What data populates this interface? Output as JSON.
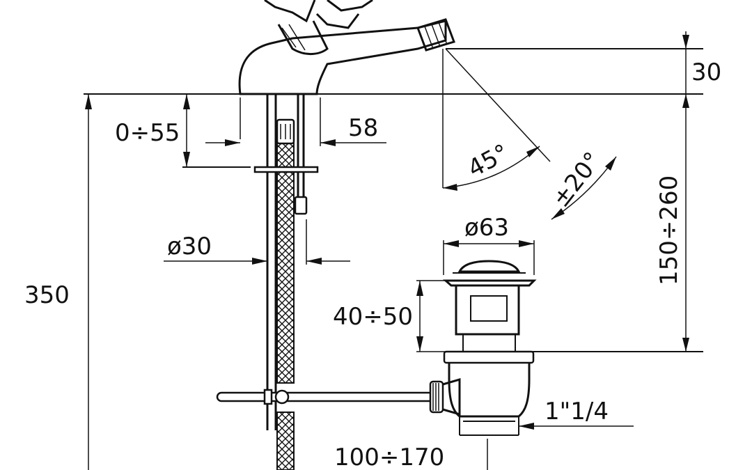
{
  "dimensions": {
    "d30": "30",
    "d0_55": "0÷55",
    "d58": "58",
    "d45": "45°",
    "d20": "±20°",
    "d150_260": "150÷260",
    "d350": "350",
    "dphi30": "ø30",
    "dphi63": "ø63",
    "d40_50": "40÷50",
    "d1_1_4": "1\"1/4",
    "d100_170": "100÷170"
  }
}
